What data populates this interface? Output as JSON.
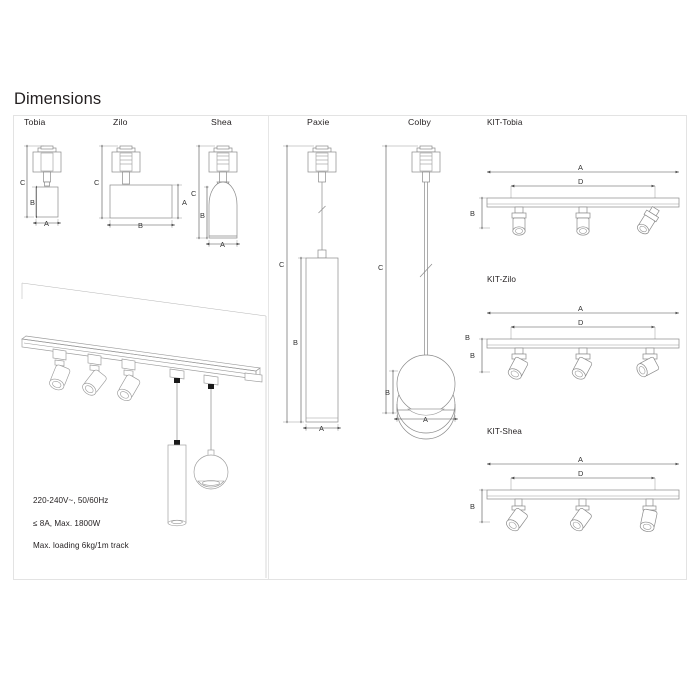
{
  "page": {
    "title": "Dimensions"
  },
  "columns": [
    {
      "id": "tobia",
      "label": "Tobia",
      "dims": [
        "C",
        "B",
        "A"
      ]
    },
    {
      "id": "zilo",
      "label": "Zilo",
      "dims": [
        "C",
        "A",
        "B"
      ]
    },
    {
      "id": "shea",
      "label": "Shea",
      "dims": [
        "C",
        "B",
        "A"
      ]
    },
    {
      "id": "paxie",
      "label": "Paxie",
      "dims": [
        "C",
        "B",
        "A"
      ]
    },
    {
      "id": "colby",
      "label": "Colby",
      "dims": [
        "C",
        "B",
        "A"
      ]
    }
  ],
  "kits": [
    {
      "id": "kit-tobia",
      "label": "KIT-Tobia",
      "dims": [
        "A",
        "D",
        "B"
      ],
      "heads": 3
    },
    {
      "id": "kit-zilo",
      "label": "KIT-Zilo",
      "dims": [
        "A",
        "D",
        "B"
      ],
      "heads": 3
    },
    {
      "id": "kit-shea",
      "label": "KIT-Shea",
      "dims": [
        "A",
        "D",
        "B"
      ],
      "heads": 3
    }
  ],
  "dimension_letters": {
    "a": "A",
    "b": "B",
    "c": "C",
    "d": "D"
  },
  "specifications": {
    "text": "220-240V~, 50/60Hz\n≤ 8A, Max. 1800W\nMax. loading 6kg/1m track",
    "line1": "220-240V~, 50/60Hz",
    "line2": "≤ 8A, Max. 1800W",
    "line3": "Max. loading 6kg/1m track"
  },
  "perspective": {
    "name": "track-system-perspective",
    "spot_count": 3,
    "pendant_count": 2
  },
  "colors": {
    "line": "#8a8a8a",
    "dimension": "#4d4d4d",
    "text": "#231f20",
    "border": "#e3e3e3",
    "background": "#ffffff"
  }
}
